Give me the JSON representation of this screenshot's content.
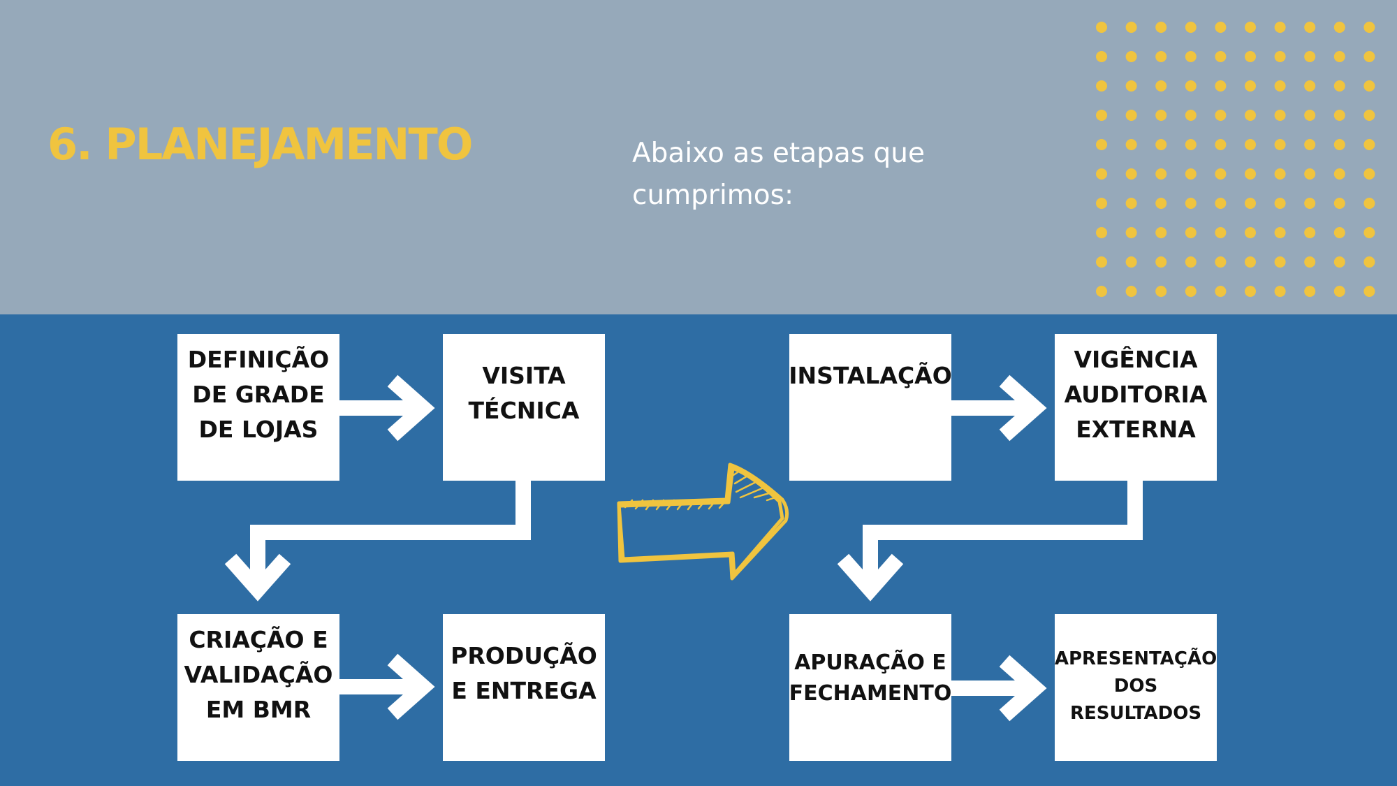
{
  "header": {
    "title": "6. PLANEJAMENTO",
    "intro": "Abaixo as etapas que\ncumprimos:"
  },
  "colors": {
    "top_background": "#96a9ba",
    "bottom_background": "#2e6da4",
    "accent_yellow": "#f0c43f",
    "box_fill": "#ffffff",
    "connector": "#ffffff"
  },
  "steps": [
    {
      "label": "DEFINIÇÃO\nDE GRADE\nDE LOJAS"
    },
    {
      "label": "VISITA\nTÉCNICA"
    },
    {
      "label": "CRIAÇÃO E\nVALIDAÇÃO\nEM BMR"
    },
    {
      "label": "PRODUÇÃO\nE ENTREGA"
    },
    {
      "label": "INSTALAÇÃO"
    },
    {
      "label": "VIGÊNCIA\nAUDITORIA\nEXTERNA"
    },
    {
      "label": "APURAÇÃO E\nFECHAMENTO"
    },
    {
      "label": "APRESENTAÇÃO\nDOS\nRESULTADOS"
    }
  ],
  "icons": {
    "transition": "hand-drawn-arrow-icon",
    "connector": "arrow-right-icon",
    "decoration": "dot-grid"
  }
}
